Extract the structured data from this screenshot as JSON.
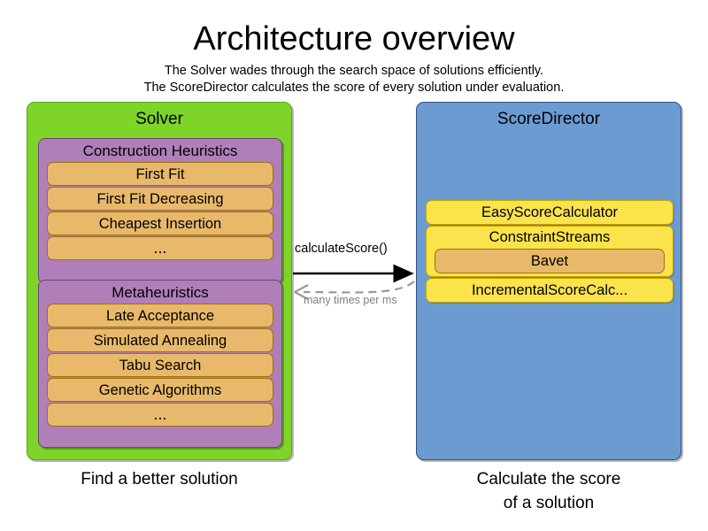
{
  "header": {
    "title": "Architecture overview",
    "subtitle_1": "The Solver wades through the search space of solutions efficiently.",
    "subtitle_2": "The ScoreDirector calculates the score of every solution under evaluation."
  },
  "solver": {
    "title": "Solver",
    "caption": "Find a better solution",
    "color": "#7FD42A",
    "groups": [
      {
        "title": "Construction Heuristics",
        "color": "#B07EB8",
        "items": [
          "First Fit",
          "First Fit Decreasing",
          "Cheapest Insertion",
          "..."
        ]
      },
      {
        "title": "Metaheuristics",
        "color": "#B07EB8",
        "items": [
          "Late Acceptance",
          "Simulated Annealing",
          "Tabu Search",
          "Genetic Algorithms",
          "..."
        ]
      }
    ]
  },
  "score_director": {
    "title": "ScoreDirector",
    "caption_line_1": "Calculate the score",
    "caption_line_2": "of a solution",
    "color": "#6C9BD2",
    "calculators": [
      {
        "label": "EasyScoreCalculator",
        "color": "#FAE34B",
        "nested": null
      },
      {
        "label": "ConstraintStreams",
        "color": "#FAE34B",
        "nested": "Bavet"
      },
      {
        "label": "IncrementalScoreCalc...",
        "color": "#FAE34B",
        "nested": null
      }
    ]
  },
  "arrows": {
    "forward_label": "calculateScore()",
    "return_label": "many times per ms",
    "forward_color": "#000000",
    "return_color": "#808080"
  },
  "item_color": "#E8B96A"
}
